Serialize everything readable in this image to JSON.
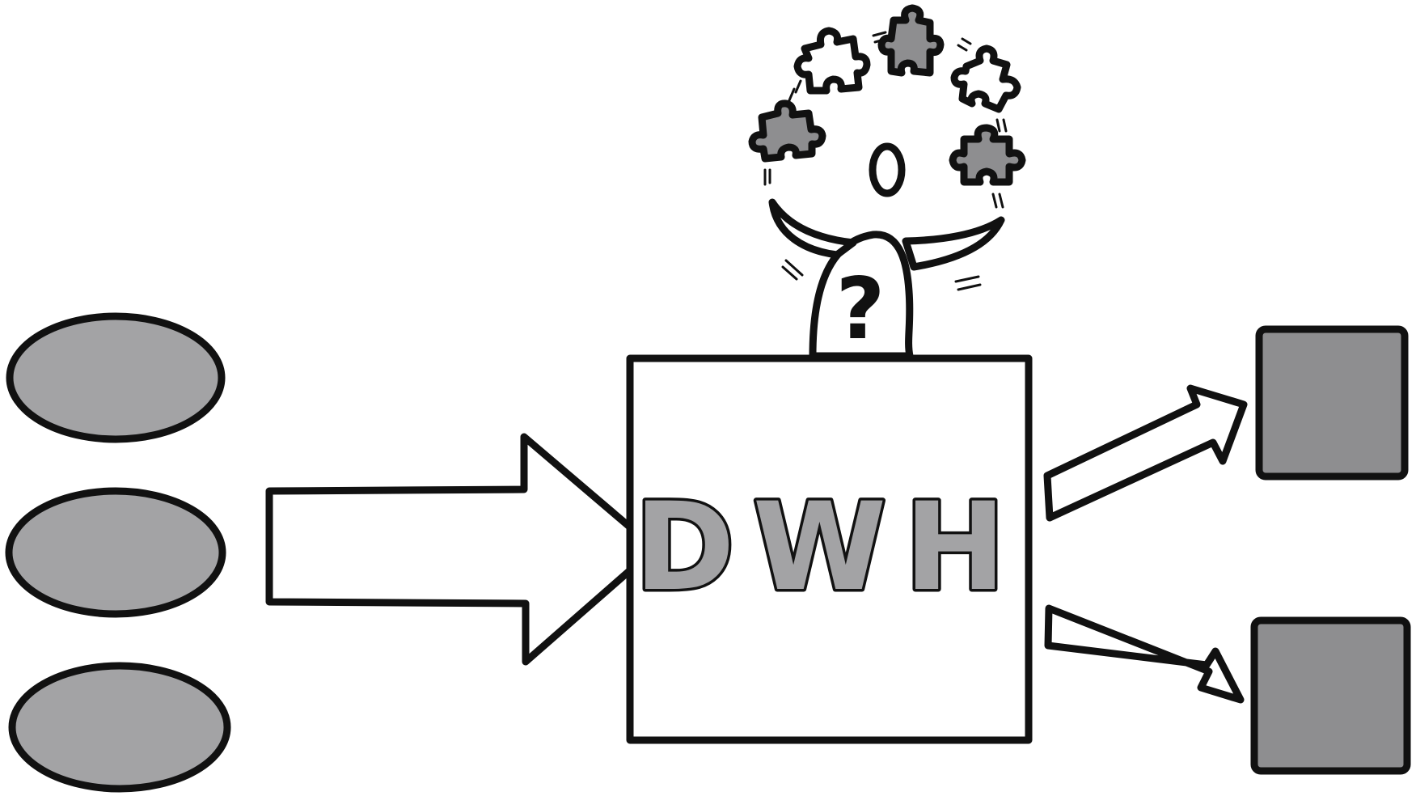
{
  "colors": {
    "ink": "#111111",
    "gray_fill": "#a3a3a5",
    "dark_fill": "#8e8e90",
    "background": "#ffffff"
  },
  "sources": [
    {
      "shape": "ellipse"
    },
    {
      "shape": "ellipse"
    },
    {
      "shape": "ellipse"
    }
  ],
  "central_box": {
    "label": "DWH"
  },
  "figure": {
    "head_symbol": "?",
    "puzzle_pieces": [
      "puzzle-piece-icon",
      "puzzle-piece-icon",
      "puzzle-piece-icon",
      "puzzle-piece-icon",
      "puzzle-piece-icon"
    ]
  },
  "outputs": [
    {
      "shape": "square"
    },
    {
      "shape": "square"
    }
  ]
}
